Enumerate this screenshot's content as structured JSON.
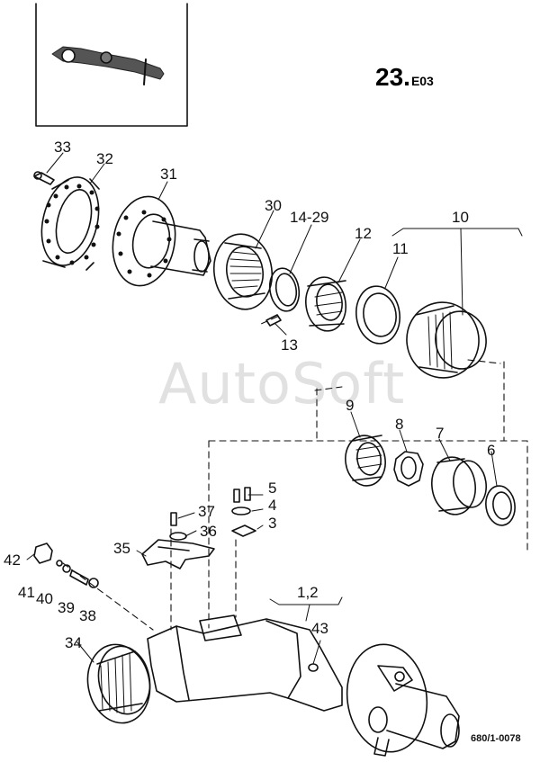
{
  "page": {
    "number": "23.",
    "section": "E03",
    "drawing_number": "680/1-0078",
    "watermark": "AutoSoft"
  },
  "parts": [
    {
      "label": "33"
    },
    {
      "label": "32"
    },
    {
      "label": "31"
    },
    {
      "label": "30"
    },
    {
      "label": "14-29"
    },
    {
      "label": "12"
    },
    {
      "label": "10"
    },
    {
      "label": "11"
    },
    {
      "label": "13"
    },
    {
      "label": "9"
    },
    {
      "label": "8"
    },
    {
      "label": "7"
    },
    {
      "label": "6"
    },
    {
      "label": "5"
    },
    {
      "label": "4"
    },
    {
      "label": "3"
    },
    {
      "label": "37"
    },
    {
      "label": "36"
    },
    {
      "label": "35"
    },
    {
      "label": "42"
    },
    {
      "label": "41"
    },
    {
      "label": "40"
    },
    {
      "label": "39"
    },
    {
      "label": "38"
    },
    {
      "label": "1,2"
    },
    {
      "label": "43"
    },
    {
      "label": "34"
    }
  ]
}
